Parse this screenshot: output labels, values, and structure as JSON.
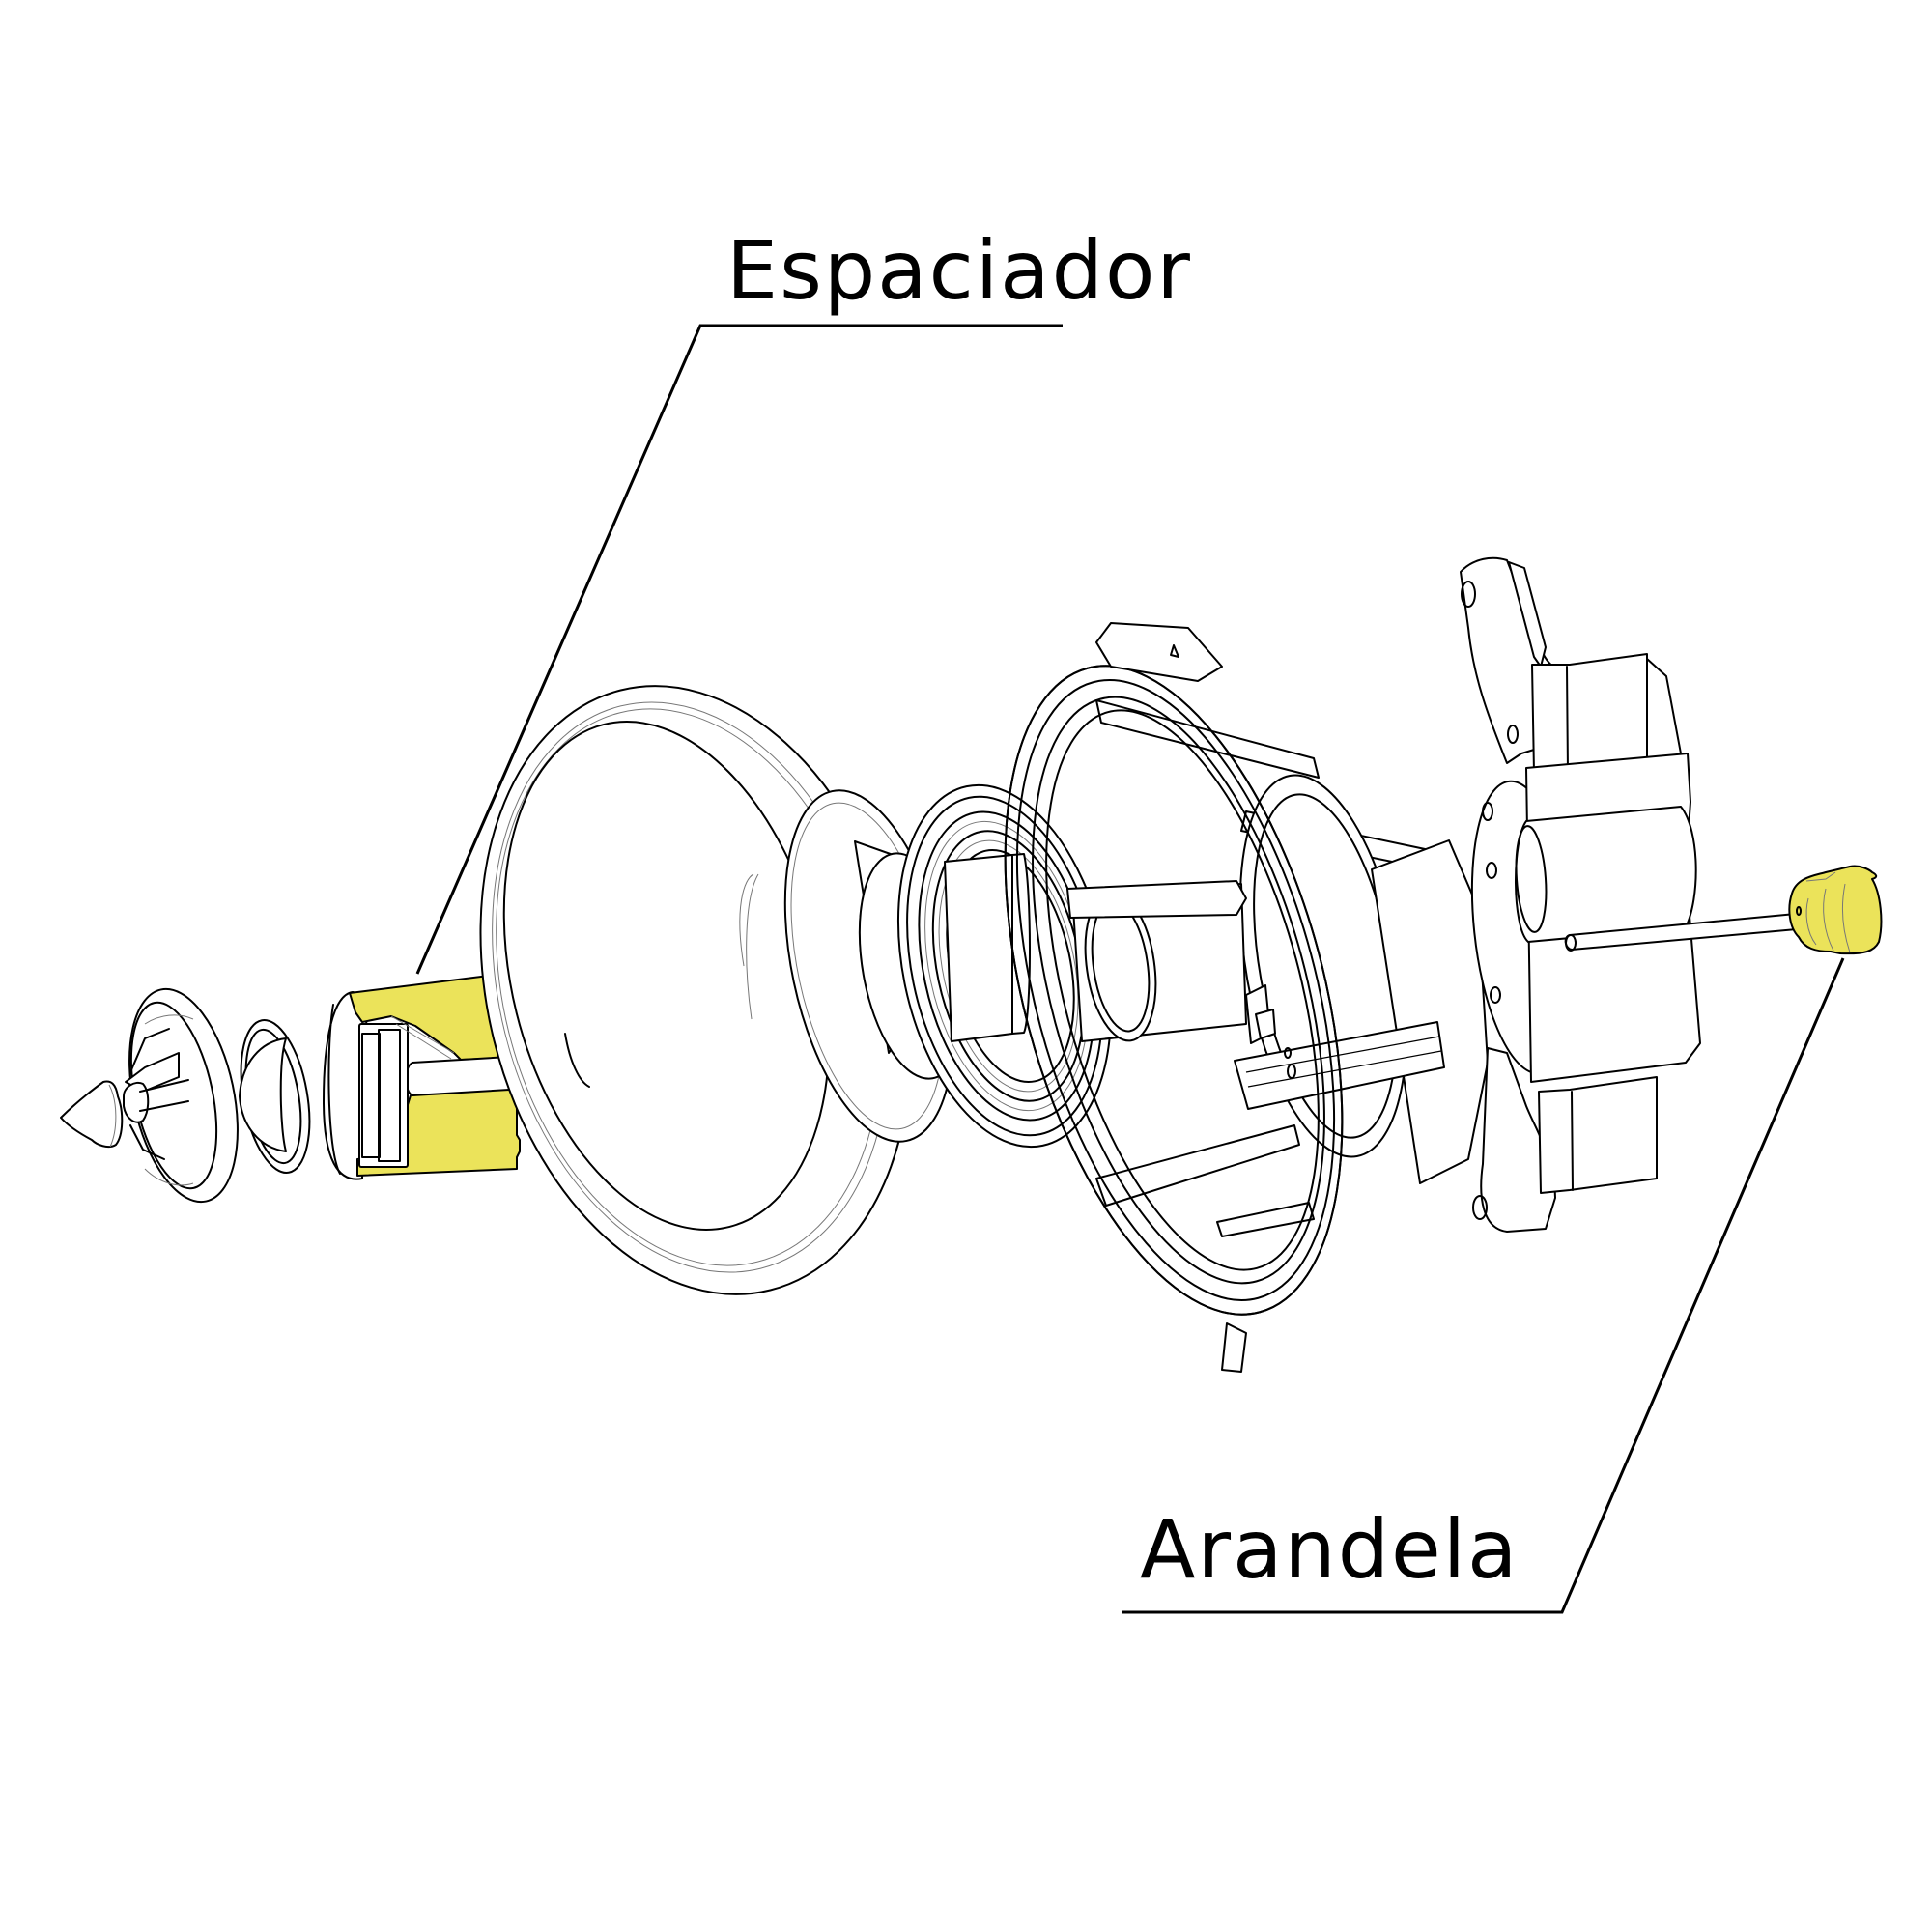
{
  "figure": {
    "type": "exploded-view-assembly",
    "subject": "speaker driver",
    "highlight_color": "#ebe35a",
    "line_color": "#000000",
    "background": "#ffffff"
  },
  "callouts": [
    {
      "id": "espaciador",
      "label": "Espaciador",
      "highlighted_part": "spacer",
      "position": "top"
    },
    {
      "id": "arandela",
      "label": "Arandela",
      "highlighted_part": "washer",
      "position": "bottom-right"
    }
  ],
  "parts": [
    {
      "name": "phase-plug-tip"
    },
    {
      "name": "tweeter-grille-frame"
    },
    {
      "name": "tweeter-dome"
    },
    {
      "name": "spacer",
      "highlighted": true
    },
    {
      "name": "woofer-cone"
    },
    {
      "name": "dust-cap-and-voice-coil"
    },
    {
      "name": "spider"
    },
    {
      "name": "basket-frame"
    },
    {
      "name": "magnet-motor-assembly"
    },
    {
      "name": "center-rod"
    },
    {
      "name": "washer",
      "highlighted": true
    }
  ]
}
